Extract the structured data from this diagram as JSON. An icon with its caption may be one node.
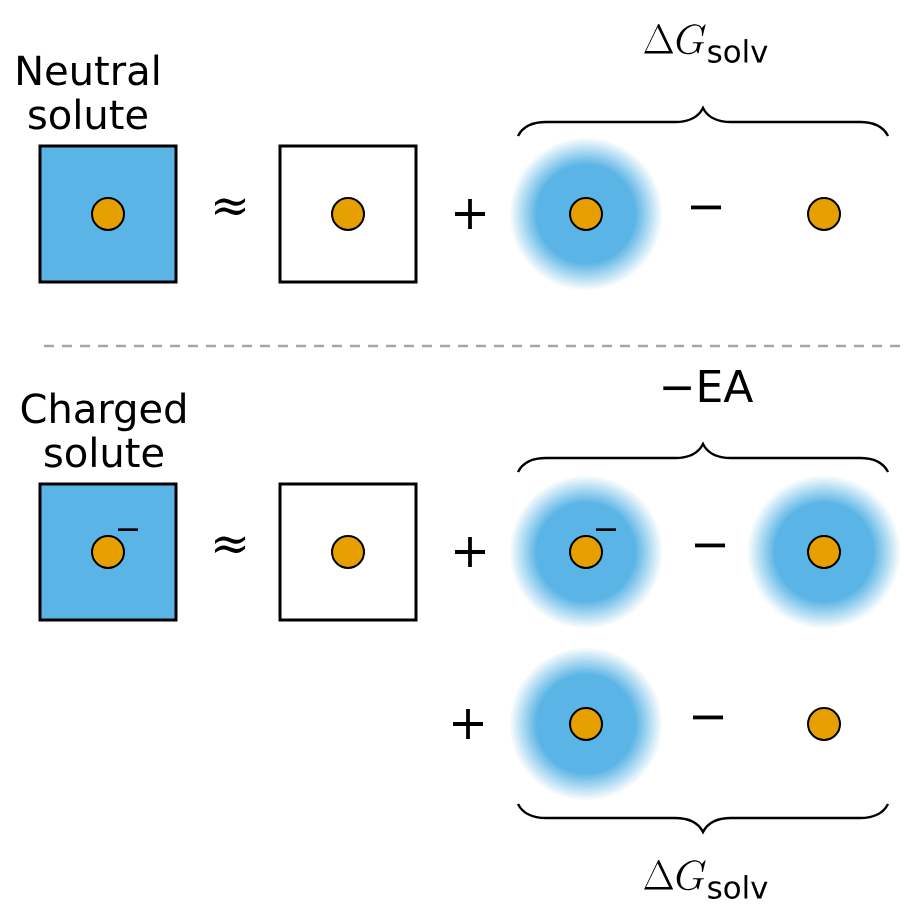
{
  "diagram": {
    "nodes": [
      {
        "text": [
          "Neutral solute"
        ]
      },
      {
        "text": [],
        "shape": "box"
      },
      {
        "text": [],
        "shape": "circle"
      },
      {
        "text": [],
        "shape": "circle"
      },
      {
        "text": [
          "Charged solute",
          "−"
        ]
      },
      {
        "text": [],
        "shape": "box"
      },
      {
        "text": [
          "−"
        ]
      },
      {
        "text": [],
        "shape": "circle"
      },
      {
        "text": [],
        "shape": "circle"
      },
      {
        "text": [],
        "shape": "circle"
      }
    ],
    "labels": [
      "≈",
      "+",
      "\\Delta G_{\\mathrm{solv}}",
      "−",
      "≈",
      "+",
      "−EA",
      "−",
      "+",
      "−",
      "\\Delta G_{\\mathrm{solv}}"
    ]
  }
}
